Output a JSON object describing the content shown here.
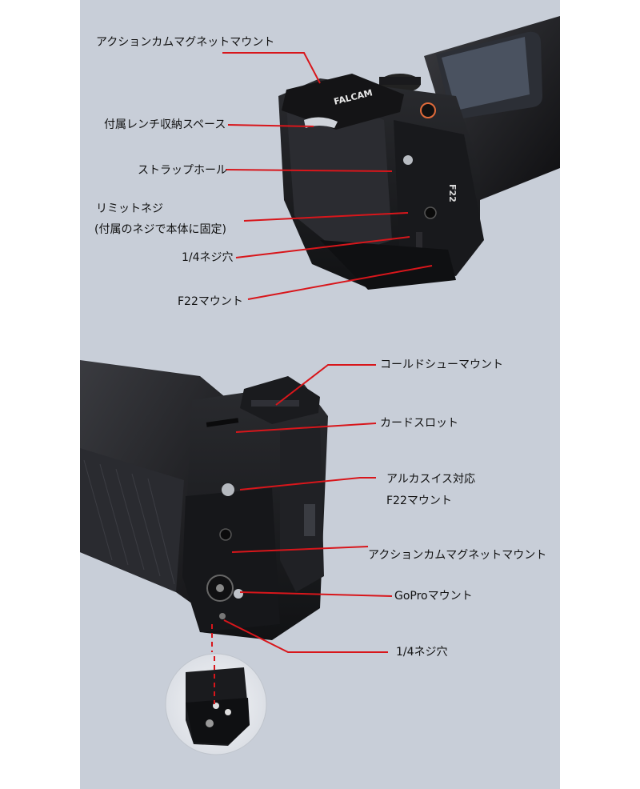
{
  "colors": {
    "background": "#c8ced8",
    "leader_line": "#d8161b",
    "text": "#111111",
    "device": "#1b1c1f"
  },
  "top_view": {
    "brand_text": "FALCAM",
    "mount_text": "F22",
    "callouts": [
      {
        "id": "magnet-mount",
        "text": "アクションカムマグネットマウント"
      },
      {
        "id": "wrench-storage",
        "text": "付属レンチ収納スペース"
      },
      {
        "id": "strap-hole",
        "text": "ストラップホール"
      },
      {
        "id": "limit-screw",
        "text": "リミットネジ"
      },
      {
        "id": "limit-screw-note",
        "text": "(付属のネジで本体に固定)"
      },
      {
        "id": "quarter-screw",
        "text": "1/4ネジ穴"
      },
      {
        "id": "f22-mount",
        "text": "F22マウント"
      }
    ]
  },
  "bottom_view": {
    "callouts": [
      {
        "id": "cold-shoe",
        "text": "コールドシューマウント"
      },
      {
        "id": "card-slot",
        "text": "カードスロット"
      },
      {
        "id": "arca-swiss",
        "text": "アルカスイス対応"
      },
      {
        "id": "arca-f22",
        "text": "F22マウント"
      },
      {
        "id": "magnet-mount-2",
        "text": "アクションカムマグネットマウント"
      },
      {
        "id": "gopro-mount",
        "text": "GoProマウント"
      },
      {
        "id": "quarter-screw-2",
        "text": "1/4ネジ穴"
      }
    ]
  }
}
